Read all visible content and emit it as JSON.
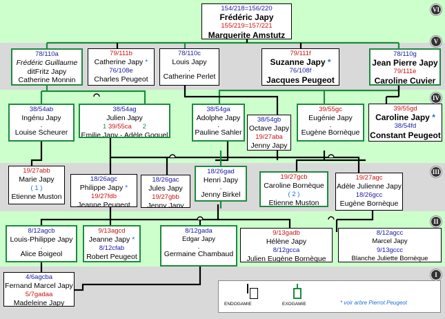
{
  "generations": [
    "VI",
    "V",
    "IV",
    "III",
    "II",
    "I"
  ],
  "gen6": {
    "l1": "154/218=156/220",
    "name1": "Frédéric Japy",
    "l2": "155/219=157/221",
    "name2": "Marguerite Amstutz"
  },
  "gen5": [
    {
      "id": "78/110a",
      "n1": "Frédéric Guillaume",
      "n2": "ditFritz Japy",
      "n3": "Catherine Monnin"
    },
    {
      "id": "79/111b",
      "n1": "Catherine Japy",
      "star": "*",
      "id2": "76/108e",
      "n2": "Charles Peugeot"
    },
    {
      "id": "78/110c",
      "n1": "Louis Japy",
      "dot": ".",
      "n2": "Catherine Perlet"
    },
    {
      "id": "79/111f",
      "n1": "Suzanne Japy",
      "star": "*",
      "id2": "76/108f",
      "n2": "Jacques Peugeot"
    },
    {
      "id": "78/110g",
      "n1": "Jean Pierre Japy",
      "id2": "79/111e",
      "n2": "Caroline Cuvier"
    }
  ],
  "gen4": [
    {
      "id": "38/54ab",
      "n1": "Ingénu Japy",
      "dot": ".",
      "n2": "Louise Scheurer"
    },
    {
      "id": "38/54ag",
      "n1": "Julien Japy",
      "c1": "1",
      "id2": "39/55ca",
      "c2": "2",
      "n2": "Emilie Japy - Adèle Goguel"
    },
    {
      "id": "38/54ga",
      "n1": "Adolphe Japy",
      "dot": ".",
      "n2": "Pauline Sahler"
    },
    {
      "id": "38/54gb",
      "n1": "Octave Japy",
      "id2": "19/27aba",
      "n2": "Jenny Japy"
    },
    {
      "id": "39/55gc",
      "n1": "Eugénie Japy",
      "dot": ".",
      "n2": "Eugène Bornèque"
    },
    {
      "id": "39/55gd",
      "n1": "Caroline Japy",
      "star": "*",
      "id2": "38/54fd",
      "n2": "Constant Peugeot"
    }
  ],
  "gen3": [
    {
      "id": "19/27abb",
      "n1": "Marie Japy",
      "c": "( 1 )",
      "n2": "Etienne Muston"
    },
    {
      "id": "18/26agc",
      "n1": "Philippe Japy",
      "star": "*",
      "id2": "19/27fdb",
      "n2": "Jeanne Peugeot"
    },
    {
      "id": "18/26gac",
      "n1": "Jules Japy",
      "id2": "19/27gbb",
      "n2": "Jenny Japy"
    },
    {
      "id": "18/26gad",
      "n1": "Henri Japy",
      "dot": ".",
      "n2": "Jenny Birkel"
    },
    {
      "id": "19/27gcb",
      "n1": "Caroline Bornèque",
      "c": "( 2 )",
      "n2": "Etienne Muston"
    },
    {
      "id": "19/27agc",
      "n1": "Adèle Julienne Japy",
      "id2": "18/26gcc",
      "n2": "Eugène Bornèque"
    }
  ],
  "gen2": [
    {
      "id": "8/12agcb",
      "n1": "Louis-Philippe Japy",
      "dot": ".",
      "n2": "Alice Boigeol"
    },
    {
      "id": "9/13agcd",
      "n1": "Jeanne Japy",
      "star": "*",
      "id2": "8/12cfab",
      "n2": "Robert Peugeot"
    },
    {
      "id": "8/12gada",
      "n1": "Edgar Japy",
      "dot": ".",
      "n2": "Germaine Chambaud"
    },
    {
      "id": "9/13gadb",
      "n1": "Hélène Japy",
      "id2": "8/12gcca",
      "n2": "Julien Eugène Bornèque"
    },
    {
      "id": "8/12agcc",
      "n1": "Marcel Japy",
      "id2": "9/13gccc",
      "n2": "Blanche Juliette Bornèque"
    }
  ],
  "gen1": {
    "id": "4/6agcba",
    "n1": "Fernand Marcel Japy",
    "id2": "5/7gadaa",
    "n2": "Madeleine Japy"
  },
  "legend": {
    "endo": "ENDOGAMIE",
    "exo": "EXOGAMIE",
    "note": "* voir arbre Pierrot Peugeot"
  },
  "colors": {
    "background": "#ccffcc",
    "band": "#d9d9d9",
    "exogamy": "#1a8a3c",
    "endogamy": "#000000",
    "id_blue": "#1a1aa6",
    "id_red": "#cc1111"
  }
}
